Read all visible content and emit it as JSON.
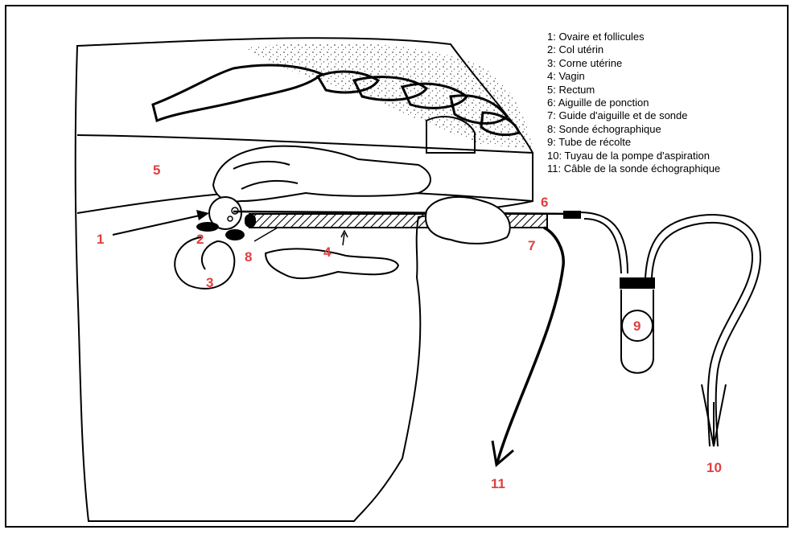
{
  "legend": {
    "items": [
      "1: Ovaire et follicules",
      "2: Col utérin",
      "3: Corne utérine",
      "4: Vagin",
      "5: Rectum",
      "6: Aiguille de ponction",
      "7: Guide d'aiguille et de sonde",
      "8: Sonde échographique",
      "9: Tube de récolte",
      "10: Tuyau de la pompe d'aspiration",
      "11: Câble de la sonde échographique"
    ]
  },
  "labels": {
    "l1": "1",
    "l2": "2",
    "l3": "3",
    "l4": "4",
    "l5": "5",
    "l6": "6",
    "l7": "7",
    "l8": "8",
    "l9": "9",
    "l10": "10",
    "l11": "11"
  },
  "colors": {
    "label_red": "#e04040",
    "ink": "#000000",
    "stipple": "#555555"
  }
}
